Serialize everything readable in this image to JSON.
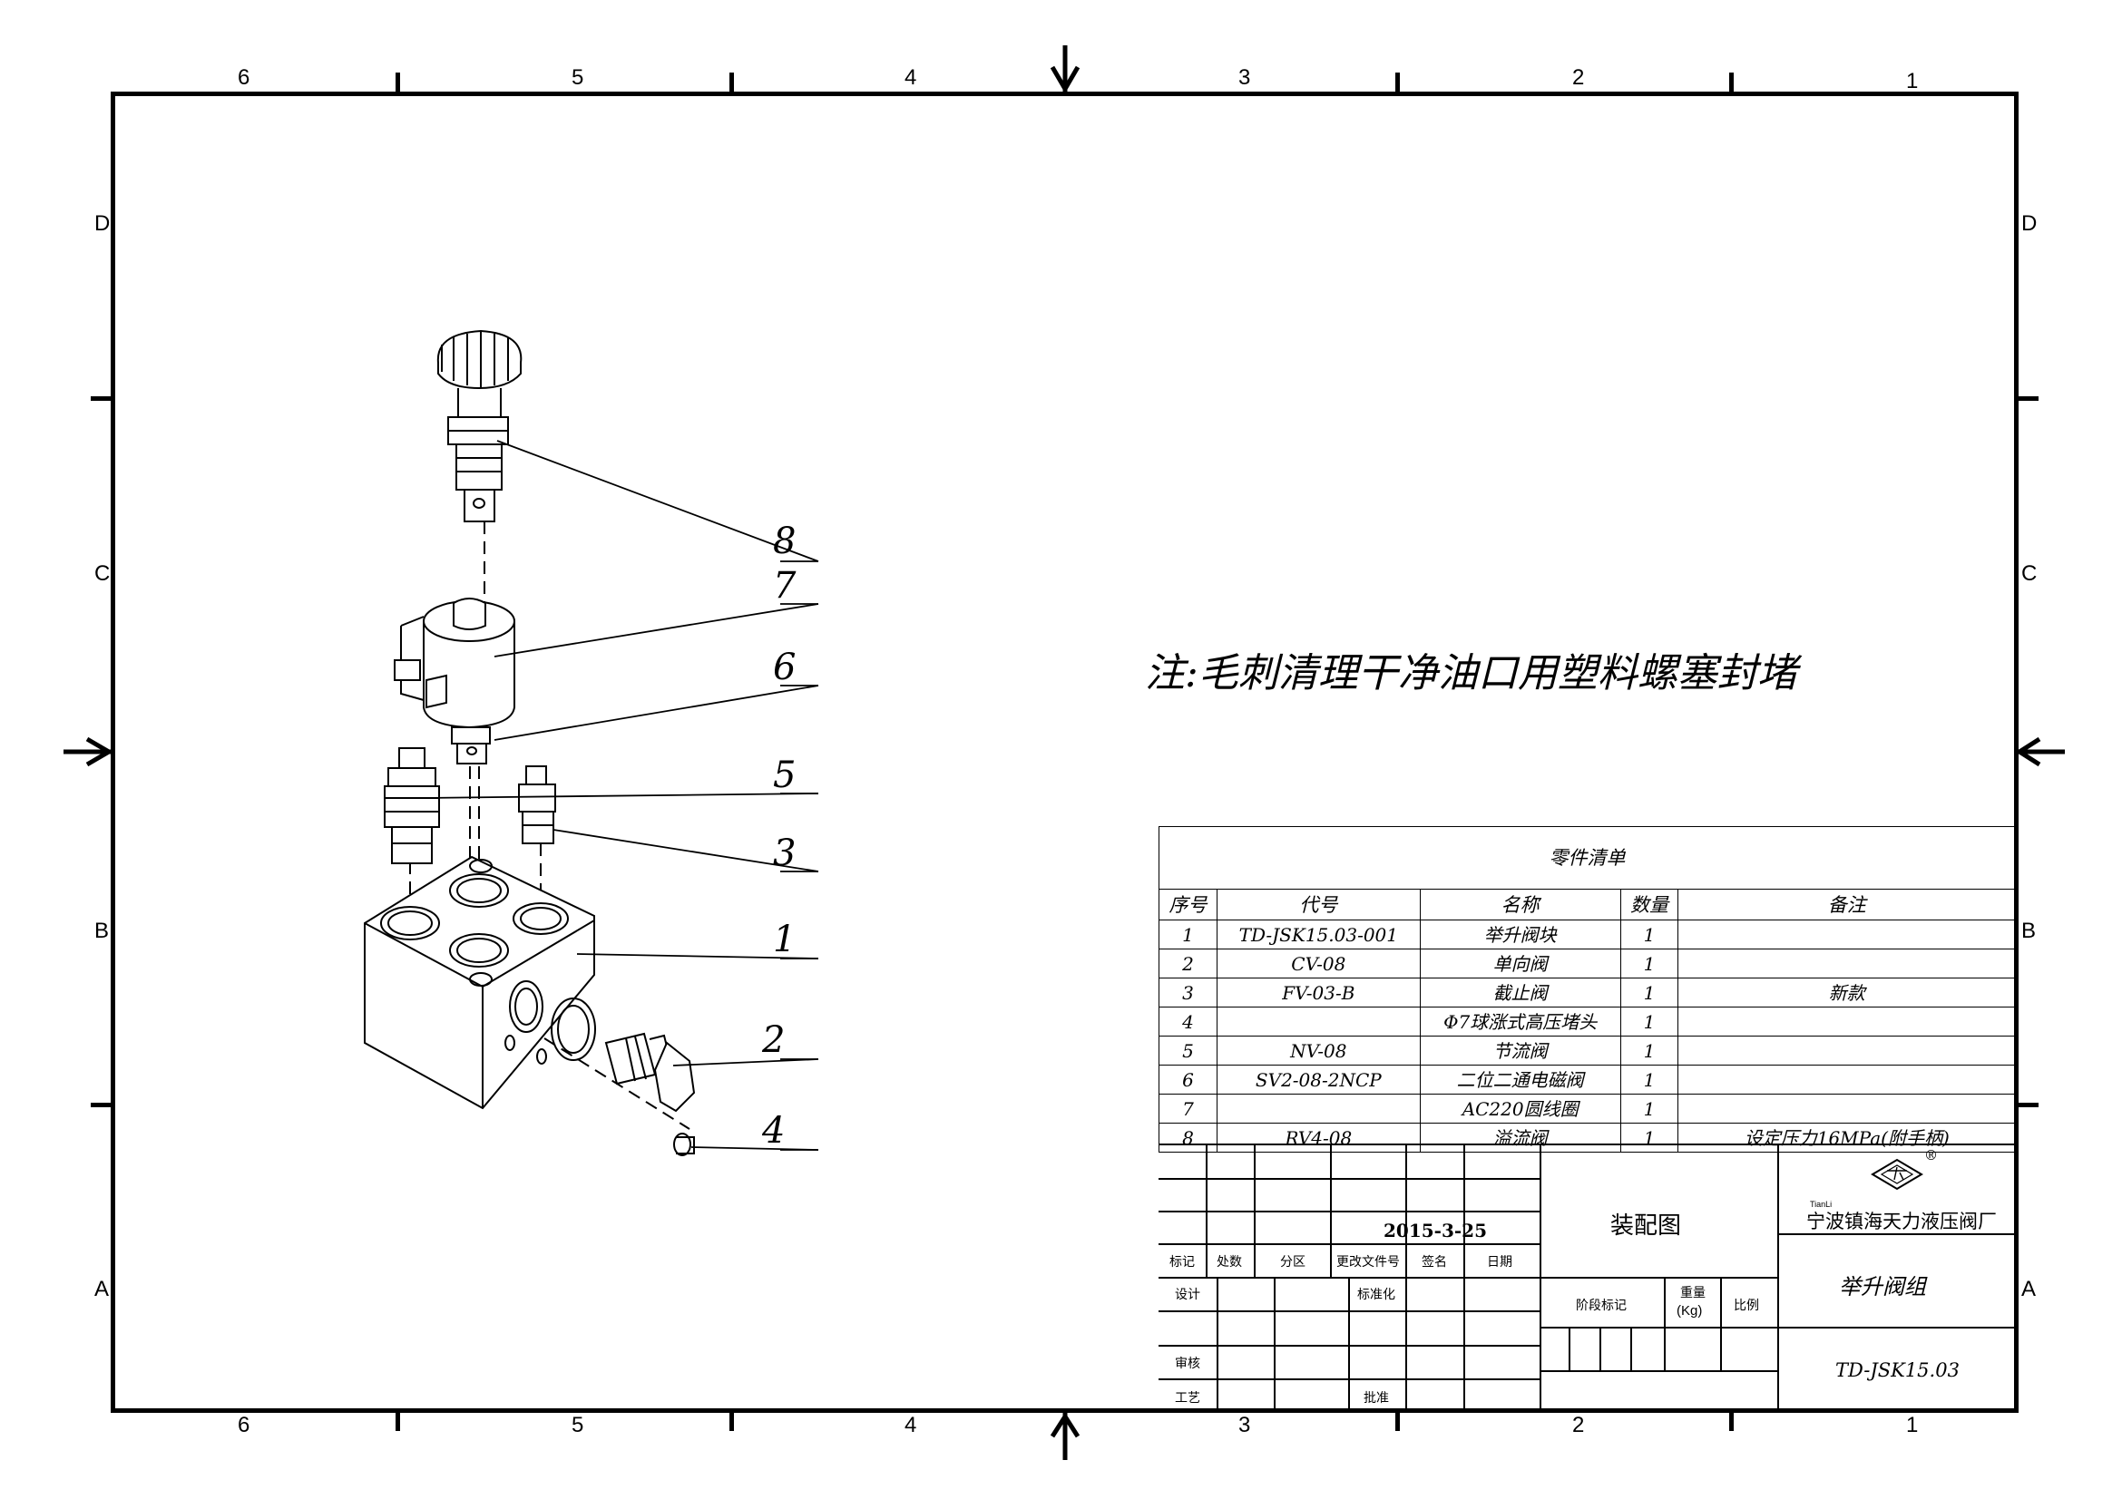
{
  "sheet": {
    "zones_top": [
      "6",
      "5",
      "4",
      "3",
      "2",
      "1"
    ],
    "zones_bottom": [
      "6",
      "5",
      "4",
      "3",
      "2",
      "1"
    ],
    "zones_left": [
      "D",
      "C",
      "B",
      "A"
    ],
    "zones_right": [
      "D",
      "C",
      "B",
      "A"
    ]
  },
  "note": "注:毛刺清理干净油口用塑料螺塞封堵",
  "callouts": [
    "8",
    "7",
    "6",
    "5",
    "3",
    "1",
    "2",
    "4"
  ],
  "bom": {
    "title": "零件清单",
    "headers": [
      "序号",
      "代号",
      "名称",
      "数量",
      "备注"
    ],
    "rows": [
      [
        "1",
        "TD-JSK15.03-001",
        "举升阀块",
        "1",
        ""
      ],
      [
        "2",
        "CV-08",
        "单向阀",
        "1",
        ""
      ],
      [
        "3",
        "FV-03-B",
        "截止阀",
        "1",
        "新款"
      ],
      [
        "4",
        "",
        "Φ7球涨式高压堵头",
        "1",
        ""
      ],
      [
        "5",
        "NV-08",
        "节流阀",
        "1",
        ""
      ],
      [
        "6",
        "SV2-08-2NCP",
        "二位二通电磁阀",
        "1",
        ""
      ],
      [
        "7",
        "",
        "AC220圆线圈",
        "1",
        ""
      ],
      [
        "8",
        "RV4-08",
        "溢流阀",
        "1",
        "设定压力16MPa(附手柄)"
      ]
    ]
  },
  "title_block": {
    "date": "2015-3-25",
    "rev_labels": [
      "标记",
      "处数",
      "分区",
      "更改文件号",
      "签名",
      "日期"
    ],
    "design": "设计",
    "standardize": "标准化",
    "review": "审核",
    "process": "工艺",
    "approve": "批准",
    "drawing_type": "装配图",
    "stage_mark": "阶段标记",
    "weight": "重量",
    "weight_unit": "(Kg)",
    "scale": "比例",
    "company_brand": "TianLi",
    "company": "宁波镇海天力液压阀厂",
    "registered": "®",
    "part_name": "举升阀组",
    "drawing_no": "TD-JSK15.03"
  }
}
